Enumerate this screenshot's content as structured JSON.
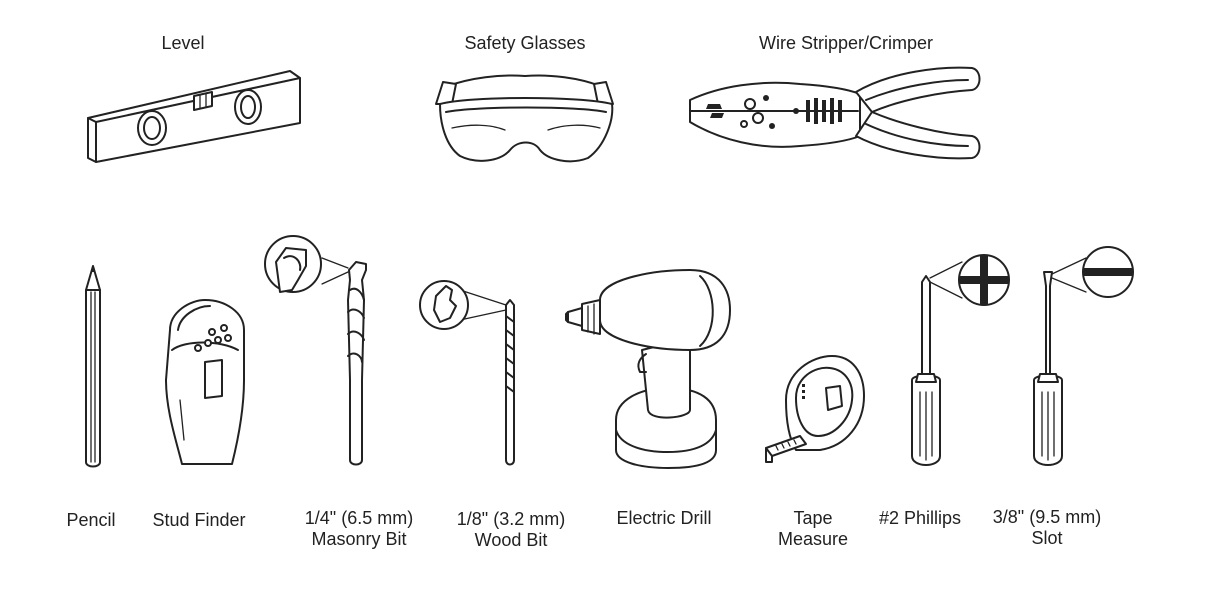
{
  "tools": {
    "level": {
      "label": "Level",
      "icon": "level-icon"
    },
    "safety_glasses": {
      "label": "Safety Glasses",
      "icon": "safety-glasses-icon"
    },
    "wire_stripper": {
      "label": "Wire Stripper/Crimper",
      "icon": "wire-stripper-icon"
    },
    "pencil": {
      "label": "Pencil",
      "icon": "pencil-icon"
    },
    "stud_finder": {
      "label": "Stud Finder",
      "icon": "stud-finder-icon"
    },
    "masonry_bit": {
      "line1": "1/4\" (6.5 mm)",
      "line2": "Masonry Bit",
      "icon": "masonry-bit-icon"
    },
    "wood_bit": {
      "line1": "1/8\" (3.2 mm)",
      "line2": "Wood Bit",
      "icon": "wood-bit-icon"
    },
    "electric_drill": {
      "label": "Electric Drill",
      "icon": "electric-drill-icon"
    },
    "tape_measure": {
      "line1": "Tape",
      "line2": "Measure",
      "icon": "tape-measure-icon"
    },
    "phillips": {
      "label": "#2 Phillips",
      "icon": "phillips-screwdriver-icon"
    },
    "slot": {
      "line1": "3/8\" (9.5 mm)",
      "line2": "Slot",
      "icon": "slot-screwdriver-icon"
    }
  }
}
